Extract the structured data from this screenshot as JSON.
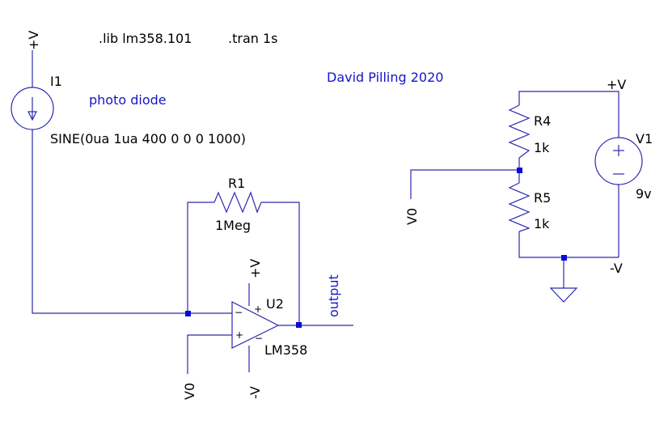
{
  "directives": {
    "lib": ".lib lm358.101",
    "tran": ".tran 1s"
  },
  "author": "David Pilling 2020",
  "comment": "photo diode",
  "i1": {
    "name": "I1",
    "value": "SINE(0ua 1ua 400 0 0 0 1000)"
  },
  "r1": {
    "name": "R1",
    "value": "1Meg"
  },
  "r4": {
    "name": "R4",
    "value": "1k"
  },
  "r5": {
    "name": "R5",
    "value": "1k"
  },
  "v1": {
    "name": "V1",
    "value": "9v"
  },
  "u2": {
    "name": "U2",
    "value": "LM358"
  },
  "net_labels": {
    "pos_supply": "+V",
    "neg_supply": "-V",
    "v0": "V0",
    "output": "output"
  },
  "pin_marks": {
    "plus": "+",
    "minus": "−"
  }
}
